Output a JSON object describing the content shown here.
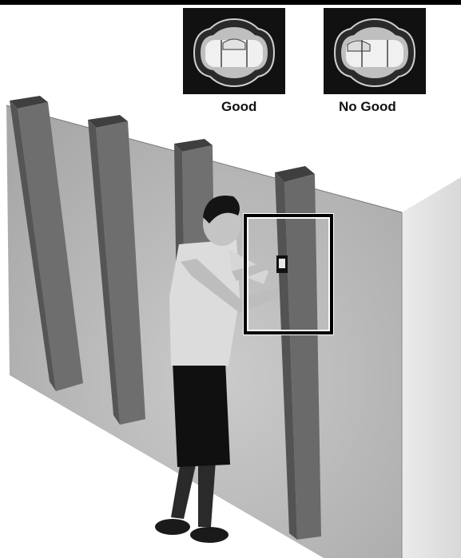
{
  "labels": {
    "good": "Good",
    "no_good": "No Good"
  },
  "colors": {
    "wall_panel": "#a9a9a9",
    "wall_side": "#e4e4e4",
    "stud": "#6f6f6f",
    "stud_top": "#4a4a4a",
    "vial_background": "#111111",
    "frame": "#000000"
  },
  "icons": {
    "good_level": "level-vial-bubble-centered",
    "no_good_level": "level-vial-bubble-off-center"
  }
}
